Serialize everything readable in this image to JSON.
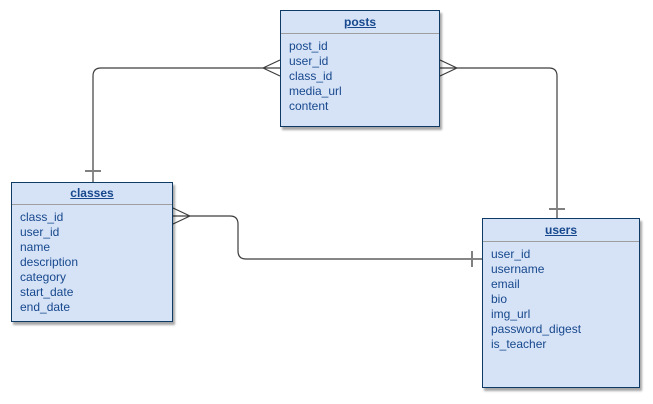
{
  "diagram": {
    "type": "entity-relationship",
    "entities": {
      "posts": {
        "title": "posts",
        "fields": [
          "post_id",
          "user_id",
          "class_id",
          "media_url",
          "content"
        ]
      },
      "classes": {
        "title": "classes",
        "fields": [
          "class_id",
          "user_id",
          "name",
          "description",
          "category",
          "start_date",
          "end_date"
        ]
      },
      "users": {
        "title": "users",
        "fields": [
          "user_id",
          "username",
          "email",
          "bio",
          "img_url",
          "password_digest",
          "is_teacher"
        ]
      }
    },
    "relationships": [
      {
        "one_side": "classes",
        "many_side": "posts",
        "notation": "single tick at classes top, crow-foot at posts left"
      },
      {
        "one_side": "users",
        "many_side": "posts",
        "notation": "single tick at users top, crow-foot at posts right"
      },
      {
        "one_side": "users",
        "many_side": "classes",
        "notation": "single tick at users left, crow-foot at classes right"
      }
    ],
    "colors": {
      "entity_fill": "#d6e3f7",
      "entity_border": "#0d3b66",
      "entity_text": "#17488d",
      "header_divider": "#9e9e9e",
      "connector": "#3d3d3d",
      "cardinality_tick": "#808080",
      "canvas": "#ffffff"
    }
  }
}
